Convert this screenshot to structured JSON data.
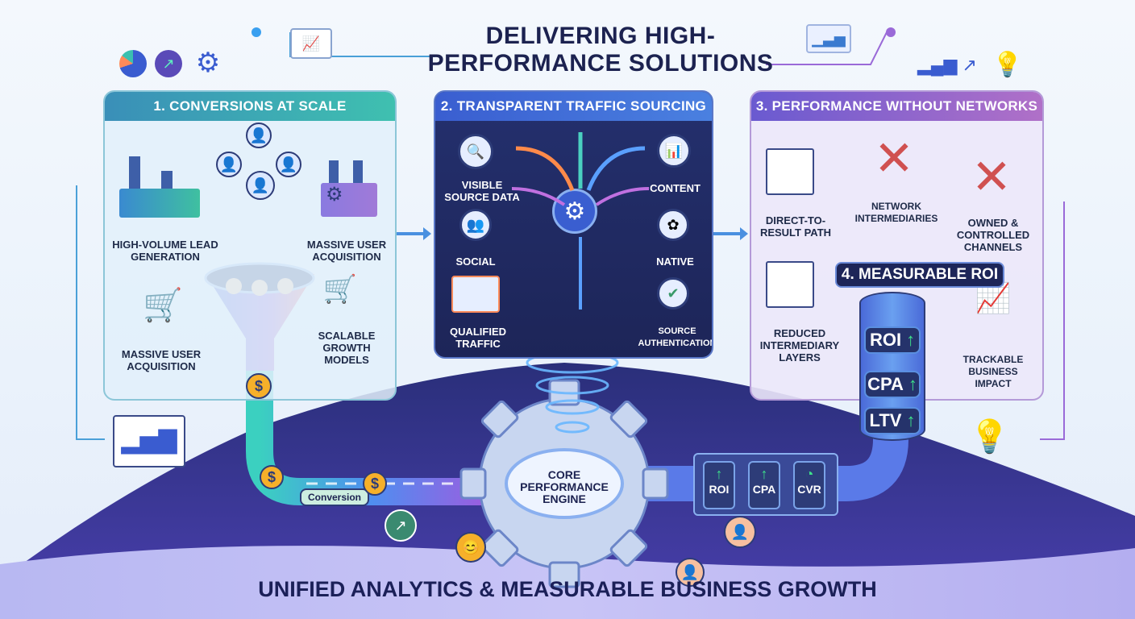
{
  "title": {
    "line1": "DELIVERING HIGH-",
    "line2": "PERFORMANCE SOLUTIONS"
  },
  "footer": "UNIFIED ANALYTICS & MEASURABLE BUSINESS GROWTH",
  "panel1": {
    "header": "1. CONVERSIONS AT SCALE",
    "items": [
      "HIGH-VOLUME LEAD GENERATION",
      "MASSIVE USER ACQUISITION",
      "MASSIVE USER ACQUISITION",
      "SCALABLE GROWTH MODELS"
    ]
  },
  "panel2": {
    "header": "2. TRANSPARENT TRAFFIC SOURCING",
    "items": [
      "VISIBLE SOURCE DATA",
      "SOCIAL",
      "QUALIFIED TRAFFIC",
      "CONTENT",
      "NATIVE",
      "SOURCE AUTHENTICATION"
    ]
  },
  "panel3": {
    "header": "3. PERFORMANCE WITHOUT NETWORKS",
    "items": [
      "DIRECT-TO-RESULT PATH",
      "NETWORK INTERMEDIARIES",
      "OWNED & CONTROLLED CHANNELS",
      "REDUCED INTERMEDIARY LAYERS",
      "TRACKABLE BUSINESS IMPACT"
    ]
  },
  "roi": {
    "badge": "4. MEASURABLE ROI",
    "metrics": [
      "ROI",
      "CPA",
      "LTV"
    ],
    "arrow": "↑"
  },
  "engine": {
    "label": "CORE PERFORMANCE ENGINE"
  },
  "pipe": {
    "conversion": "Conversion",
    "metrics": [
      "ROI",
      "CPA",
      "CVR"
    ]
  },
  "colors": {
    "navy": "#1c2250",
    "teal": "#3aa6b0",
    "blue": "#3f6fd0",
    "purple": "#8a5bc0"
  }
}
